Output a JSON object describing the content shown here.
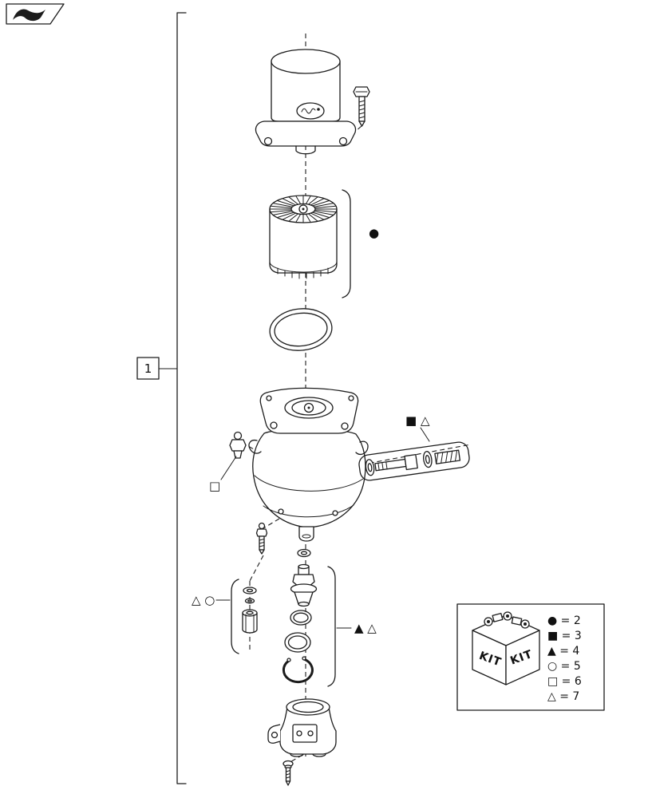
{
  "diagram": {
    "figure_callout": "1",
    "markers": {
      "filter_element": "●",
      "grease_fitting": "□",
      "bolt_group": "■ △",
      "seal_group": "▲ △",
      "nut_group": "△ ○"
    },
    "kit_box": {
      "face_labels": [
        "KIT",
        "KIT"
      ],
      "legend": [
        "● = 2",
        "■ = 3",
        "▲ = 4",
        "○ = 5",
        "□ = 6",
        "△ = 7"
      ]
    }
  }
}
